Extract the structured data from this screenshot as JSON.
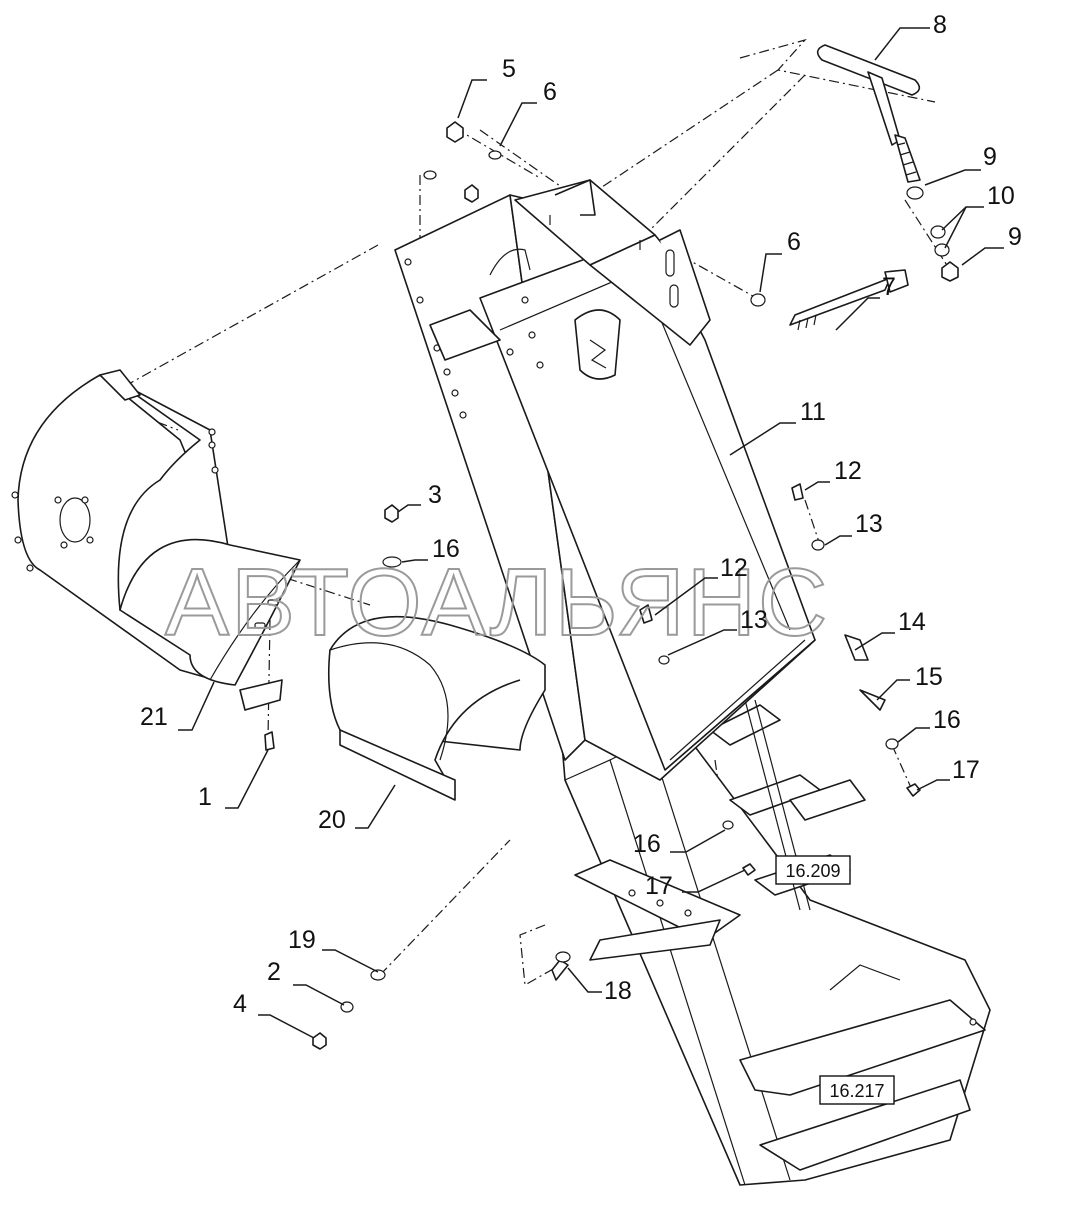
{
  "callouts": [
    {
      "id": "c1",
      "text": "1"
    },
    {
      "id": "c2",
      "text": "2"
    },
    {
      "id": "c3",
      "text": "3"
    },
    {
      "id": "c4",
      "text": "4"
    },
    {
      "id": "c5",
      "text": "5"
    },
    {
      "id": "c6a",
      "text": "6"
    },
    {
      "id": "c6b",
      "text": "6"
    },
    {
      "id": "c7",
      "text": "7"
    },
    {
      "id": "c8",
      "text": "8"
    },
    {
      "id": "c9a",
      "text": "9"
    },
    {
      "id": "c9b",
      "text": "9"
    },
    {
      "id": "c10",
      "text": "10"
    },
    {
      "id": "c11",
      "text": "11"
    },
    {
      "id": "c12a",
      "text": "12"
    },
    {
      "id": "c12b",
      "text": "12"
    },
    {
      "id": "c13a",
      "text": "13"
    },
    {
      "id": "c13b",
      "text": "13"
    },
    {
      "id": "c14",
      "text": "14"
    },
    {
      "id": "c15",
      "text": "15"
    },
    {
      "id": "c16a",
      "text": "16"
    },
    {
      "id": "c16b",
      "text": "16"
    },
    {
      "id": "c16c",
      "text": "16"
    },
    {
      "id": "c17a",
      "text": "17"
    },
    {
      "id": "c17b",
      "text": "17"
    },
    {
      "id": "c18",
      "text": "18"
    },
    {
      "id": "c19",
      "text": "19"
    },
    {
      "id": "c20",
      "text": "20"
    },
    {
      "id": "c21",
      "text": "21"
    }
  ],
  "references": [
    {
      "id": "r1",
      "text": "16.209"
    },
    {
      "id": "r2",
      "text": "16.217"
    }
  ],
  "watermark": "АВТОАЛЬЯНС"
}
